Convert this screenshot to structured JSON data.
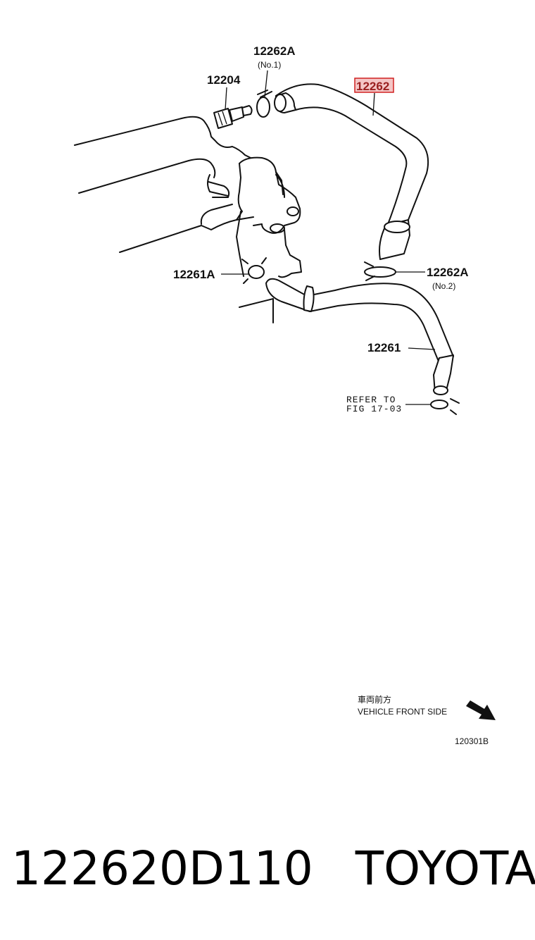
{
  "callouts": {
    "clamp_no1": {
      "part": "12262A",
      "note": "(No.1)"
    },
    "sensor": {
      "part": "12204"
    },
    "hose_upper": {
      "part": "12262"
    },
    "clamp_left": {
      "part": "12261A"
    },
    "clamp_no2": {
      "part": "12262A",
      "note": "(No.2)"
    },
    "hose_lower": {
      "part": "12261"
    },
    "refer": {
      "line1": "REFER TO",
      "line2": "FIG 17-03"
    }
  },
  "orientation": {
    "jp_label": "車両前方",
    "en_label": "VEHICLE FRONT SIDE",
    "arrow_icon": "front-direction-arrow-icon"
  },
  "figure_id": "120301B",
  "footer": {
    "part_number": "122620D110",
    "brand": "TOYOTA"
  },
  "colors": {
    "highlight_fill": "#f4c6c6",
    "highlight_stroke": "#d02020",
    "line": "#111111"
  }
}
